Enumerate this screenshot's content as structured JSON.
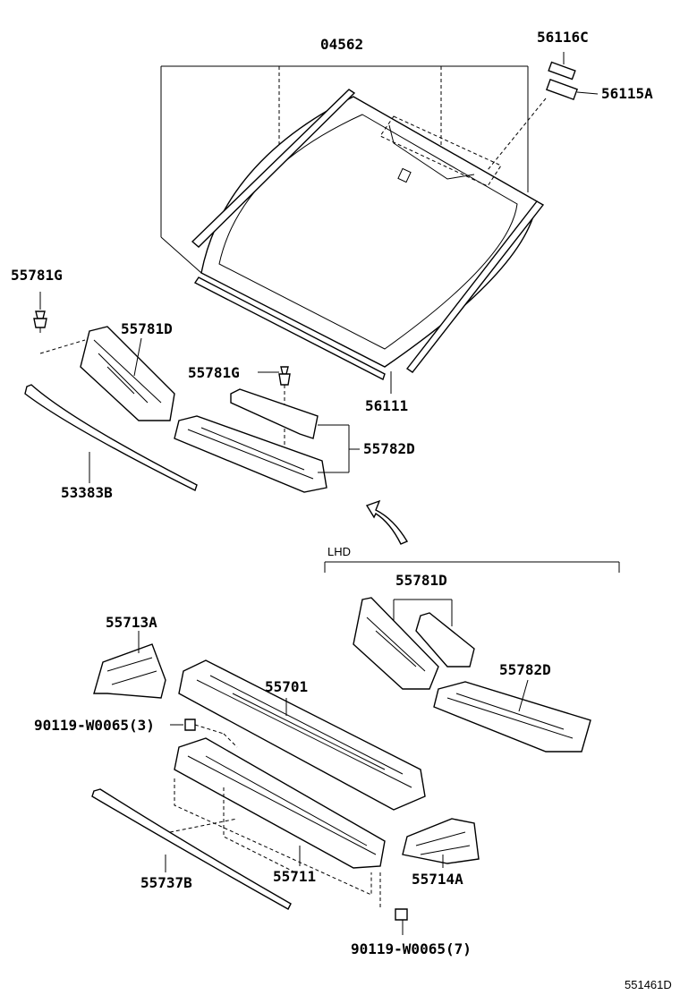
{
  "diagram": {
    "labels": {
      "p04562": "04562",
      "p56116C": "56116C",
      "p56115A": "56115A",
      "p55781G_left": "55781G",
      "p55781D_top": "55781D",
      "p55781G_mid": "55781G",
      "p56111": "56111",
      "p55782D_top": "55782D",
      "p53383B": "53383B",
      "lhd": "LHD",
      "p55781D_lhd": "55781D",
      "p55713A": "55713A",
      "p55782D_lhd": "55782D",
      "p55701": "55701",
      "p90119_3": "90119-W0065(3)",
      "p55711": "55711",
      "p55714A": "55714A",
      "p55737B": "55737B",
      "p90119_7": "90119-W0065(7)",
      "drawing_code": "551461D"
    }
  }
}
